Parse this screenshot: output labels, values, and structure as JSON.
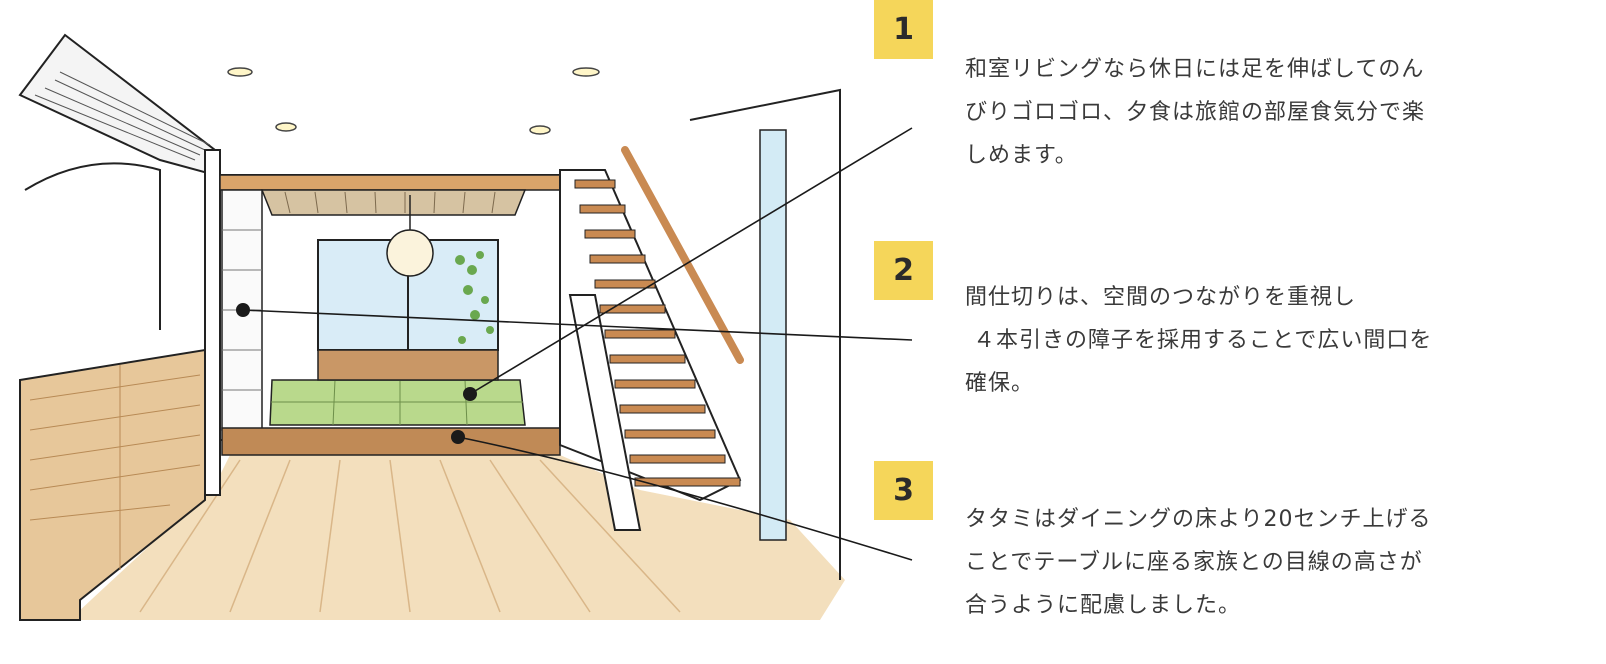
{
  "callouts": [
    {
      "number": "1",
      "text": "和室リビングなら休日には足を伸ばしてのんびりゴロゴロ、夕食は旅館の部屋食気分で楽しめます。",
      "lines": [
        "和室リビングなら休日には足を伸ばしてのん",
        "びりゴロゴロ、夕食は旅館の部屋食気分で楽",
        "しめます。"
      ]
    },
    {
      "number": "2",
      "text": "間仕切りは、空間のつながりを重視し ４本引きの障子を採用することで広い間口を確保。",
      "lines": [
        "間仕切りは、空間のつながりを重視し",
        "４本引きの障子を採用することで広い間口を",
        "確保。"
      ]
    },
    {
      "number": "3",
      "text": "タタミはダイニングの床より20センチ上げることでテーブルに座る家族との目線の高さが合うように配慮しました。",
      "lines": [
        "タタミはダイニングの床より20センチ上げる",
        "ことでテーブルに座る家族との目線の高さが",
        "合うように配慮しました。"
      ]
    }
  ],
  "colors": {
    "badge": "#f5d65a",
    "tatami": "#b9d98c",
    "wood": "#d9a46a",
    "floor": "#f2dcb8",
    "ink": "#1a1a1a"
  }
}
